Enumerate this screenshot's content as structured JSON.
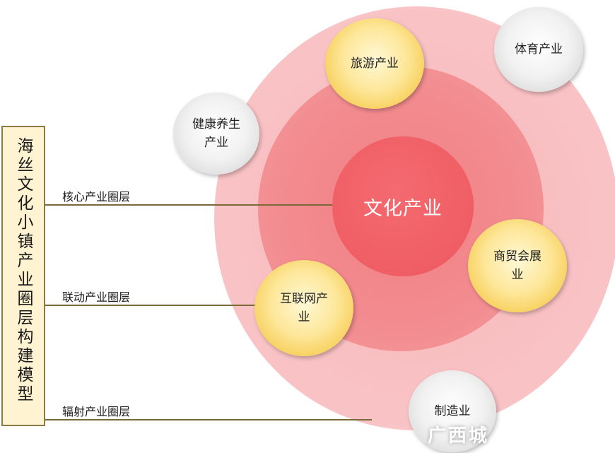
{
  "title": "海丝文化小镇产业圈层构建模型",
  "core": {
    "label": "文化产业"
  },
  "layers": {
    "core_layer": "核心产业圈层",
    "linkage_layer": "联动产业圈层",
    "radiation_layer": "辐射产业圈层"
  },
  "nodes": {
    "tourism": {
      "line1": "旅游产业",
      "line2": ""
    },
    "sports": {
      "line1": "体育产业",
      "line2": ""
    },
    "health": {
      "line1": "健康养生",
      "line2": "产业"
    },
    "trade": {
      "line1": "商贸会展",
      "line2": "业"
    },
    "internet": {
      "line1": "互联网产",
      "line2": "业"
    },
    "manufacturing": {
      "line1": "制造业",
      "line2": ""
    }
  },
  "watermark": "广西城",
  "colors": {
    "outer_ring": "#f9c3c5",
    "middle_ring": "#f28c90",
    "core": "#ef5e64",
    "gold_node": "#f6c94a",
    "gray_node": "#d6d6d6",
    "title_box_fill": "#fff3d1",
    "title_box_border": "#8c7a45",
    "connector": "#7a6a3a"
  }
}
